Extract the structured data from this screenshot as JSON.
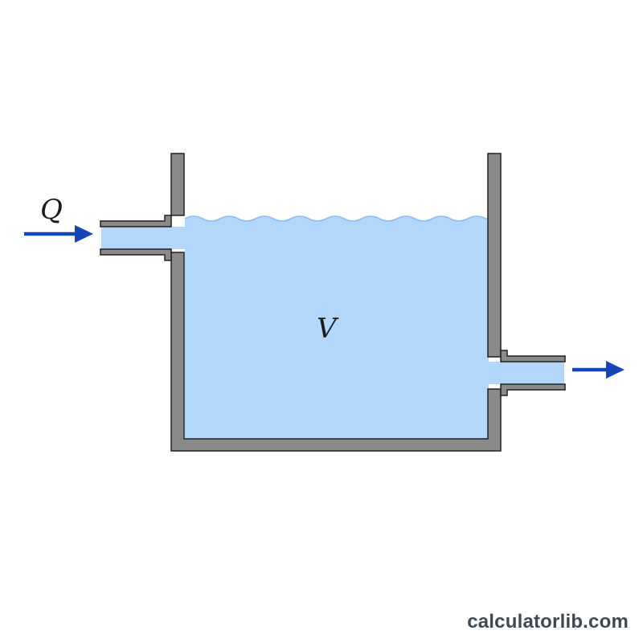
{
  "labels": {
    "inflow": "Q",
    "volume": "V"
  },
  "watermark": "calculatorlib.com",
  "colors": {
    "water": "#b3d6fb",
    "water_surface": "#8cbcf0",
    "wall": "#8a8a8a",
    "outline": "#222222",
    "arrow": "#1546b8",
    "background": "#ffffff"
  },
  "icons": {
    "inflow": "right-arrow-icon",
    "outflow": "right-arrow-icon"
  }
}
